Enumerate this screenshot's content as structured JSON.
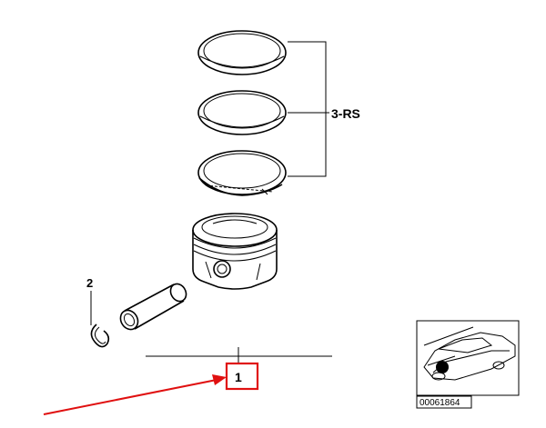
{
  "callouts": {
    "piston_rings": "3-RS",
    "piston_pin_clip": "2",
    "piston_assembly": "1"
  },
  "thumbnail": {
    "image_number": "00061864"
  },
  "colors": {
    "highlight": "#e01010",
    "line": "#000000",
    "background": "#ffffff"
  }
}
